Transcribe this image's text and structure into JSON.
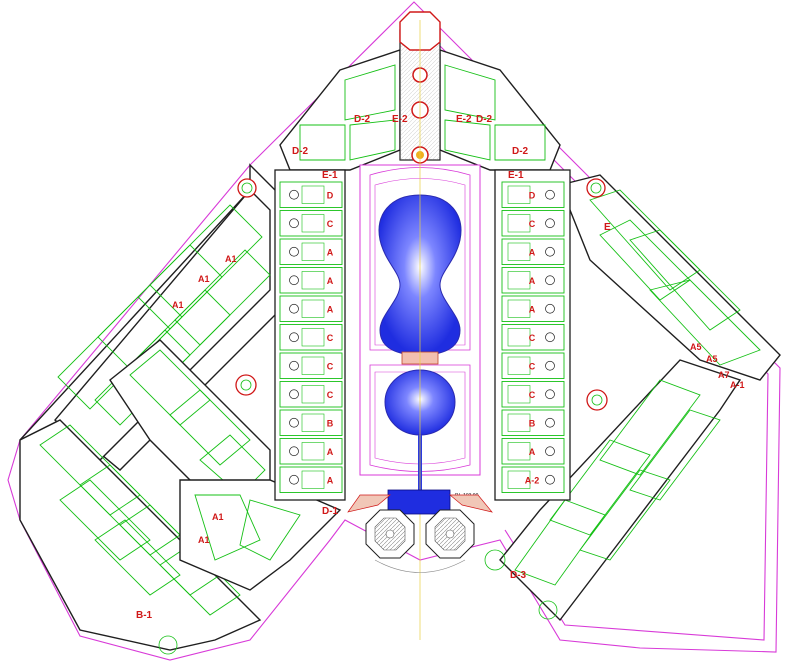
{
  "plan": {
    "pool_label": "P.L 103.00",
    "units_left": [
      "D",
      "C",
      "A",
      "A",
      "A",
      "C",
      "C",
      "C",
      "B",
      "A",
      "A"
    ],
    "units_right": [
      "D",
      "C",
      "A",
      "A",
      "A",
      "C",
      "C",
      "C",
      "B",
      "A",
      "A-2"
    ],
    "wing_labels": [
      {
        "id": "d2-left",
        "text": "D-2"
      },
      {
        "id": "e2-left",
        "text": "E-2"
      },
      {
        "id": "e2-right",
        "text": "E-2"
      },
      {
        "id": "d2-right",
        "text": "D-2"
      },
      {
        "id": "d2-left-low",
        "text": "D-2"
      },
      {
        "id": "d2-right-low",
        "text": "D-2"
      },
      {
        "id": "e1-left",
        "text": "E-1"
      },
      {
        "id": "e1-right",
        "text": "E-1"
      },
      {
        "id": "e-right",
        "text": "E"
      },
      {
        "id": "a1-1",
        "text": "A1"
      },
      {
        "id": "a1-2",
        "text": "A1"
      },
      {
        "id": "a1-3",
        "text": "A1"
      },
      {
        "id": "a1-4",
        "text": "A1"
      },
      {
        "id": "a1-5",
        "text": "A1"
      },
      {
        "id": "a5-1",
        "text": "A5"
      },
      {
        "id": "a5-2",
        "text": "A5"
      },
      {
        "id": "a7",
        "text": "A7"
      },
      {
        "id": "a-1",
        "text": "A-1"
      },
      {
        "id": "d-1",
        "text": "D-1"
      },
      {
        "id": "d-3",
        "text": "D-3"
      },
      {
        "id": "b-1",
        "text": "B-1"
      }
    ],
    "colors": {
      "site_boundary": "#d83ad8",
      "rooms": "#16c016",
      "walls": "#1f1f1f",
      "pool": "#1f2de0",
      "labels": "#d01818",
      "axis": "#e8d040"
    }
  }
}
